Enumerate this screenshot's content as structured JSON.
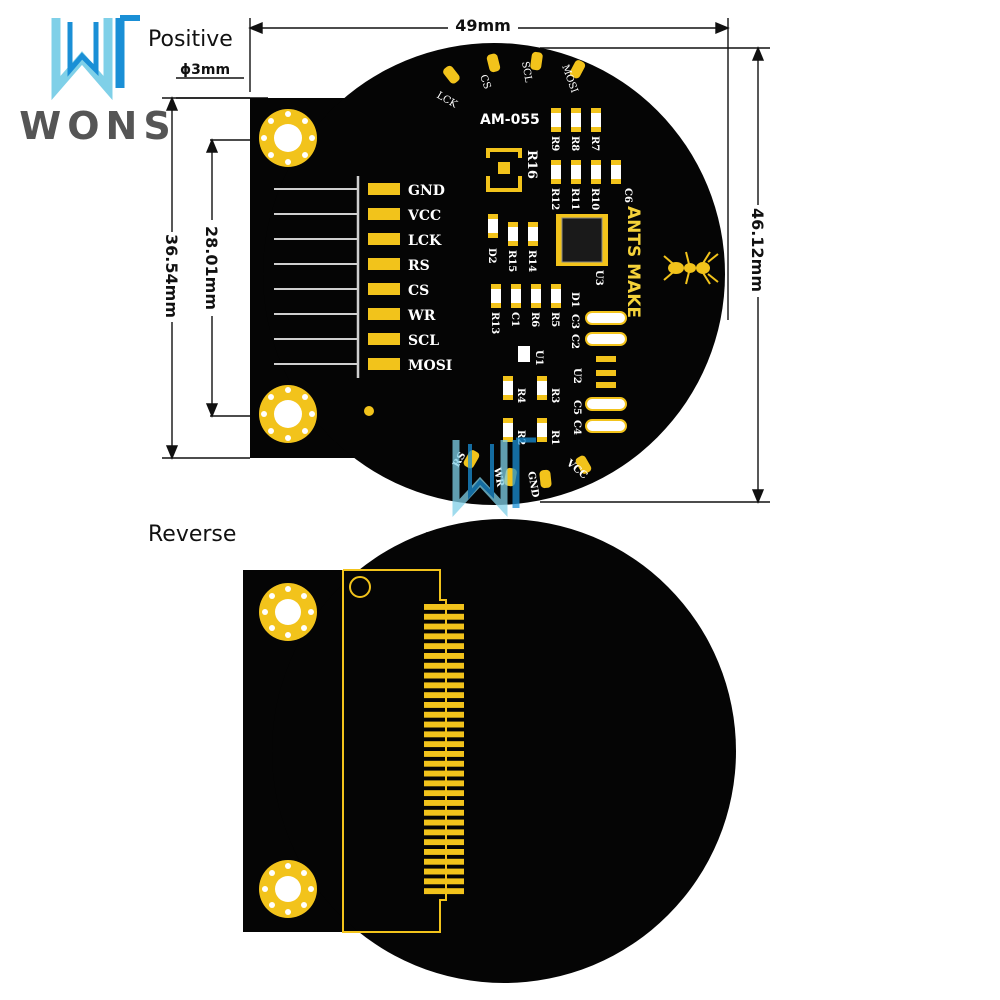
{
  "brand": {
    "name": "WONS",
    "color_primary": "#1a8fd6",
    "color_light": "#7fd0e8",
    "color_text": "#555555"
  },
  "colors": {
    "board": "#050505",
    "gold": "#f2c31b",
    "gold_dark": "#d9a800",
    "silk": "#f5d23a",
    "white": "#ffffff",
    "dim_line": "#111111"
  },
  "labels": {
    "positive": "Positive",
    "reverse": "Reverse",
    "hole": "ϕ3mm"
  },
  "dimensions": {
    "width": "49mm",
    "height_total": "46.12mm",
    "hole_spacing": "28.01mm",
    "tab_height": "36.54mm"
  },
  "board": {
    "model": "AM-055",
    "maker": "ANTS MAKE",
    "pins": [
      "GND",
      "VCC",
      "LCK",
      "RS",
      "CS",
      "WR",
      "SCL",
      "MOSI"
    ],
    "top_pads": [
      "LCK",
      "CS",
      "SCL",
      "MOSI"
    ],
    "bottom_pads": [
      "RS",
      "WR",
      "GND",
      "VCC"
    ],
    "components": {
      "r16": "R16",
      "r9": "R9",
      "r8": "R8",
      "r7": "R7",
      "r12": "R12",
      "r11": "R11",
      "r10": "R10",
      "c6": "C6",
      "d2": "D2",
      "r15": "R15",
      "r14": "R14",
      "u3": "U3",
      "r13": "R13",
      "c1": "C1",
      "r6": "R6",
      "r5": "R5",
      "d1": "D1",
      "c3": "C3",
      "c2": "C2",
      "u1": "U1",
      "u2": "U2",
      "c5": "C5",
      "c4": "C4",
      "r4": "R4",
      "r3": "R3",
      "r2": "R2",
      "r1": "R1"
    }
  }
}
